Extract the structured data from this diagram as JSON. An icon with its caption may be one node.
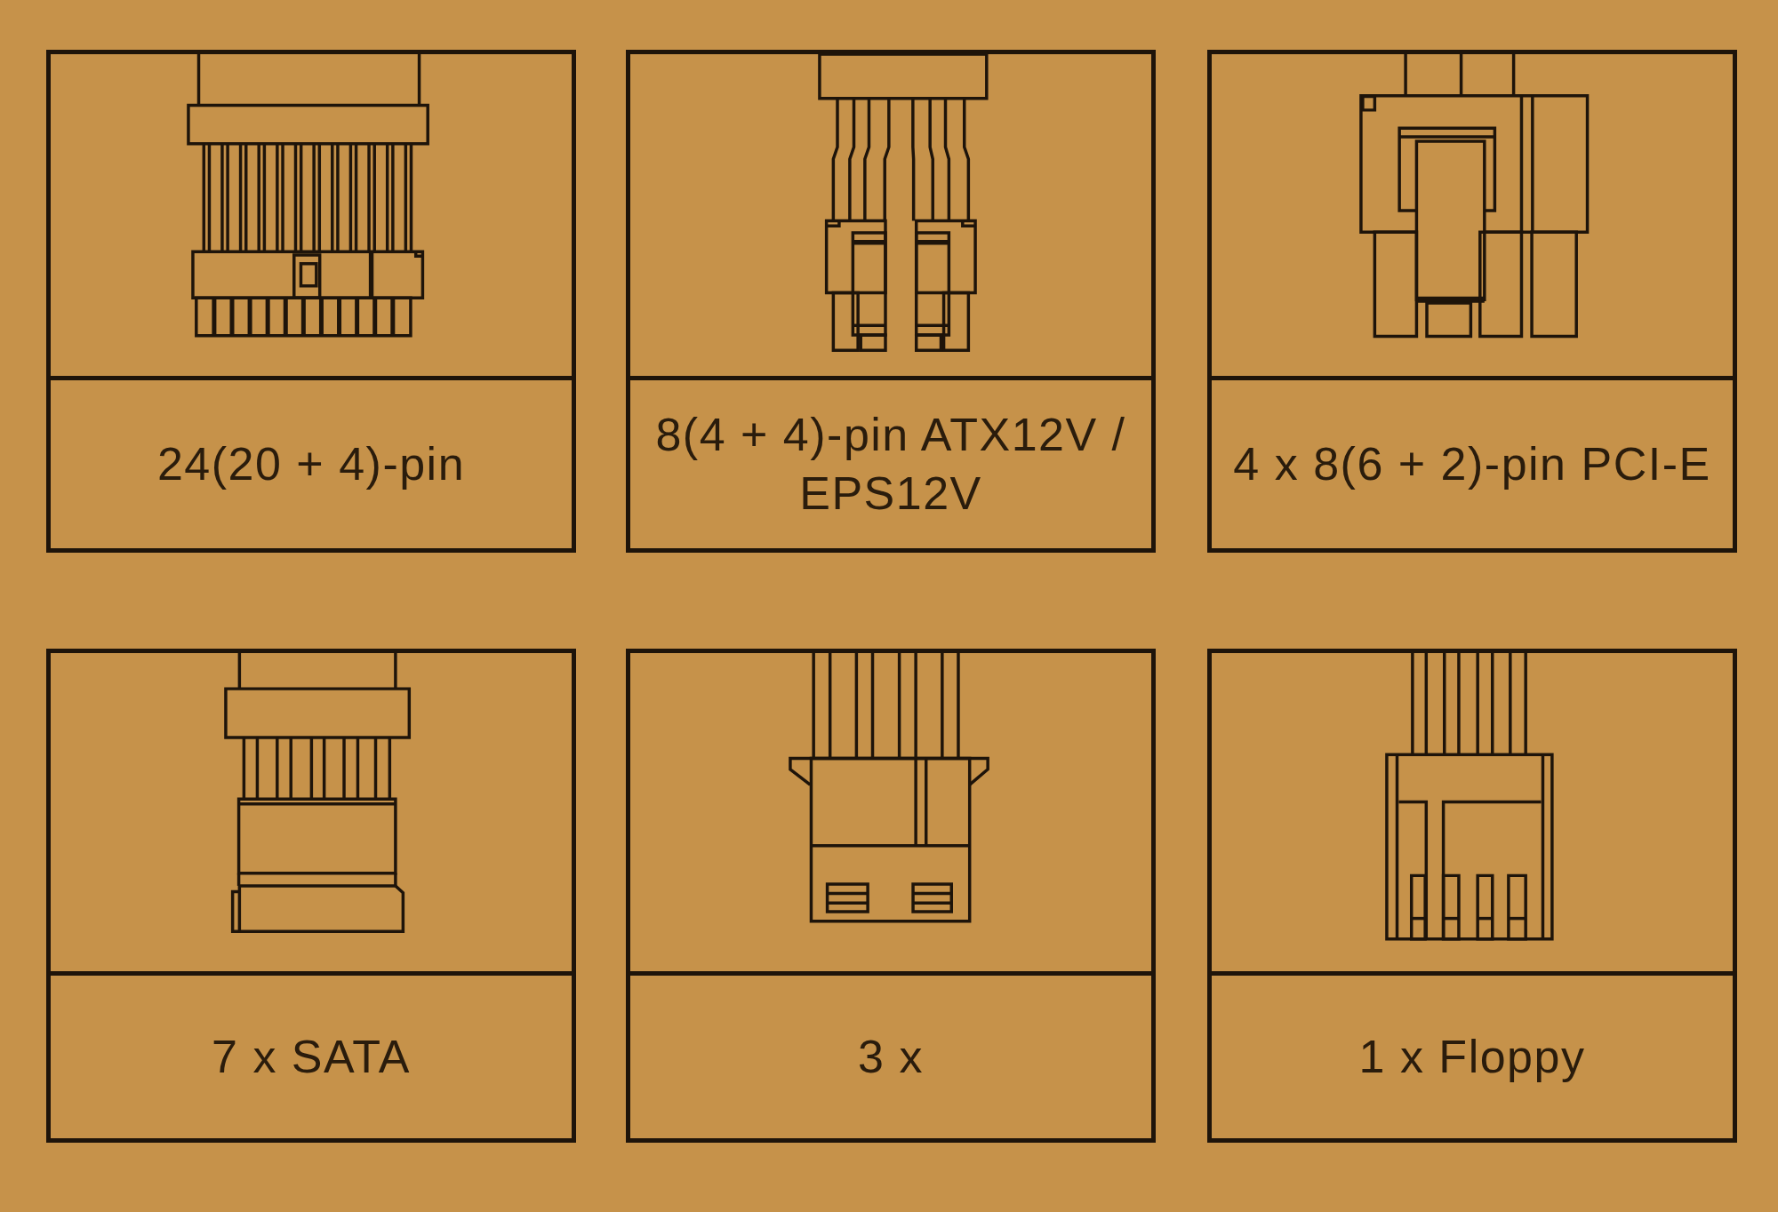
{
  "diagram": {
    "nodes": [
      {
        "text": [
          "24(20 + 4)-pin"
        ]
      },
      {
        "text": [
          "8(4 + 4)-pin ATX12V / EPS12V"
        ]
      },
      {
        "text": [
          "4 x 8(6 + 2)-pin PCI-E"
        ]
      },
      {
        "text": [
          "7 x SATA"
        ]
      },
      {
        "text": [
          "3 x"
        ]
      },
      {
        "text": [
          "1 x Floppy"
        ]
      }
    ]
  }
}
